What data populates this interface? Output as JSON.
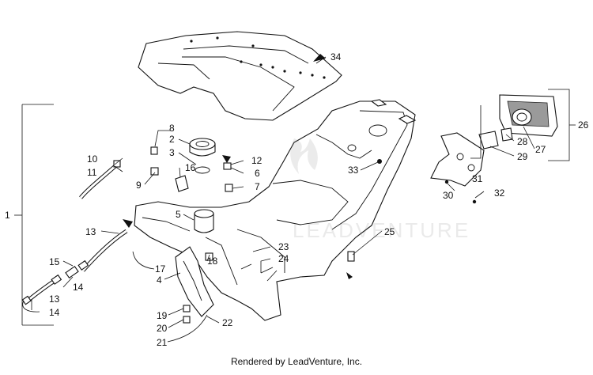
{
  "callouts": [
    "1",
    "2",
    "3",
    "4",
    "5",
    "6",
    "7",
    "8",
    "9",
    "10",
    "11",
    "12",
    "13",
    "13",
    "14",
    "14",
    "15",
    "16",
    "17",
    "18",
    "19",
    "20",
    "21",
    "22",
    "23",
    "24",
    "25",
    "26",
    "27",
    "28",
    "29",
    "30",
    "31",
    "32",
    "33",
    "34"
  ],
  "footer": "Rendered by LeadVenture, Inc."
}
